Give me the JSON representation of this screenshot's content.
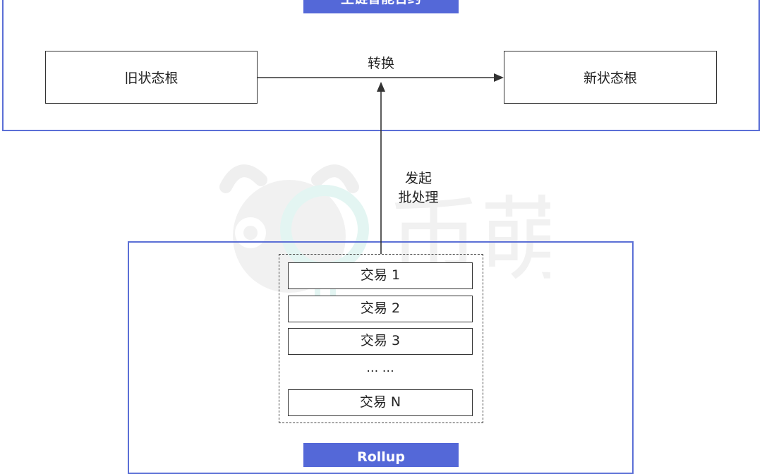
{
  "mainchain": {
    "title": "主链智能合约"
  },
  "old_root": {
    "label": "旧状态根"
  },
  "new_root": {
    "label": "新状态根"
  },
  "convert": {
    "label": "转换"
  },
  "batch": {
    "line1": "发起",
    "line2": "批处理"
  },
  "transactions": [
    {
      "label": "交易 1"
    },
    {
      "label": "交易 2"
    },
    {
      "label": "交易 3"
    }
  ],
  "ellipsis": "… …",
  "last_tx": {
    "label": "交易 N"
  },
  "rollup": {
    "title": "Rollup"
  },
  "watermark": {
    "text": "币萌"
  },
  "colors": {
    "frame": "#5b6fd6",
    "tab": "#5468d8",
    "line": "#333333"
  }
}
